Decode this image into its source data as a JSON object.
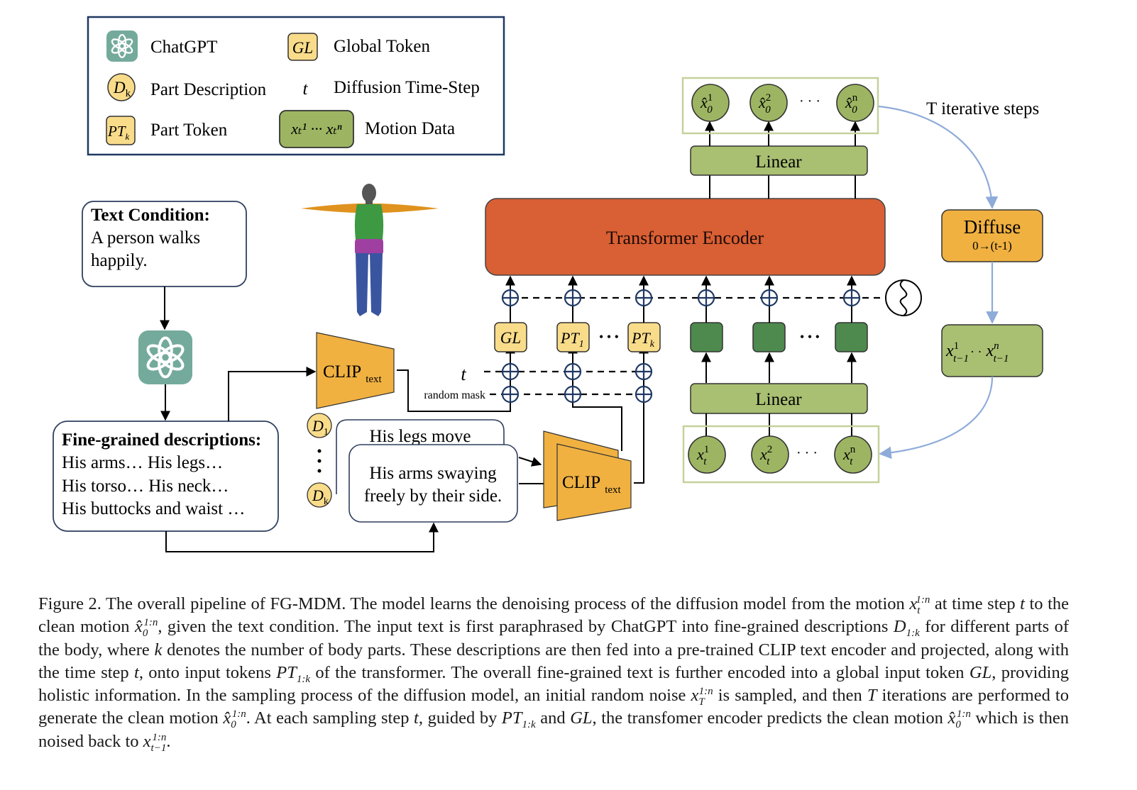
{
  "legend": {
    "items": [
      {
        "symbol": "chatgpt-logo",
        "label": "ChatGPT"
      },
      {
        "symbol": "GL",
        "label": "Global Token"
      },
      {
        "symbol": "D",
        "symbol_sub": "k",
        "label": "Part Description"
      },
      {
        "symbol": "t",
        "label": "Diffusion Time-Step"
      },
      {
        "symbol": "PT",
        "symbol_sub": "k",
        "label": "Part Token"
      },
      {
        "symbol": "x",
        "label": "Motion Data",
        "symbol_text": "xₜ¹ ··· xₜⁿ"
      }
    ]
  },
  "text_condition": {
    "title": "Text Condition:",
    "lines": [
      "A person walks",
      "happily."
    ]
  },
  "fine_grained": {
    "title": "Fine-grained descriptions:",
    "lines": [
      "His arms… His legs…",
      "His torso… His neck…",
      "His buttocks and waist …"
    ]
  },
  "part_desc": {
    "back_card": "His legs move",
    "front_card_lines": [
      "His arms swaying",
      "freely by their side."
    ],
    "d_first": "D",
    "d_first_sub": "1",
    "d_last": "D",
    "d_last_sub": "k"
  },
  "clip": {
    "label": "CLIP",
    "sub": "text"
  },
  "inputs": {
    "t_label": "t",
    "random_mask_label": "random mask"
  },
  "tokens": {
    "gl": "GL",
    "pt1": "PT",
    "pt1_sub": "1",
    "ptk": "PT",
    "ptk_sub": "k",
    "ellipsis": "• • •"
  },
  "transformer": {
    "label": "Transformer Encoder"
  },
  "linear_top": {
    "label": "Linear"
  },
  "linear_bottom": {
    "label": "Linear"
  },
  "outputs": {
    "items": [
      "x̂",
      "x̂",
      "x̂"
    ],
    "sups": [
      "1",
      "2",
      "n"
    ],
    "sub": "0",
    "ellipsis": "· · ·"
  },
  "motion_inputs": {
    "items": [
      "x",
      "x",
      "x"
    ],
    "sups": [
      "1",
      "2",
      "n"
    ],
    "sub": "t",
    "ellipsis": "· · ·"
  },
  "loop": {
    "label": "T iterative steps",
    "diffuse_title": "Diffuse",
    "diffuse_sub": "0→(t-1)",
    "xprev_sub": "t−1",
    "xprev_sup1": "1",
    "xprev_supn": "n"
  },
  "caption": {
    "label": "Figure 2.",
    "text": "The overall pipeline of FG-MDM. The model learns the denoising process of the diffusion model from the motion x_t^{1:n} at time step t to the clean motion x̂_0^{1:n}, given the text condition. The input text is first paraphrased by ChatGPT into fine-grained descriptions D_{1:k} for different parts of the body, where k denotes the number of body parts. These descriptions are then fed into a pre-trained CLIP text encoder and projected, along with the time step t, onto input tokens PT_{1:k} of the transformer. The overall fine-grained text is further encoded into a global input token GL, providing holistic information. In the sampling process of the diffusion model, an initial random noise x_T^{1:n} is sampled, and then T iterations are performed to generate the clean motion x̂_0^{1:n}. At each sampling step t, guided by PT_{1:k} and GL, the transfomer encoder predicts the clean motion x̂_0^{1:n} which is then noised back to x_{t-1}^{1:n}.",
    "parts": [
      "Figure 2. The overall pipeline of FG-MDM. The model learns the denoising process of the diffusion model from the motion ",
      " at time step ",
      " to the clean motion ",
      ", given the text condition. The input text is first paraphrased by ChatGPT into fine-grained descriptions ",
      " for different parts of the body, where ",
      " denotes the number of body parts. These descriptions are then fed into a pre-trained CLIP text encoder and projected, along with the time step ",
      ", onto input tokens ",
      " of the transformer. The overall fine-grained text is further encoded into a global input token ",
      ", providing holistic information. In the sampling process of the diffusion model, an initial random noise ",
      " is sampled, and then ",
      " iterations are performed to generate the clean motion ",
      ". At each sampling step ",
      ", guided by ",
      " and ",
      ", the transfomer encoder predicts the clean motion ",
      " which is then noised back to ",
      "."
    ]
  },
  "colors": {
    "chatgpt": "#74aa9c",
    "token_yellow": "#f9dc8a",
    "clip_orange": "#f0b141",
    "transformer": "#d95f34",
    "linear_green": "#a9bf72",
    "dark_green": "#4e8a4e",
    "motion_green": "#9db562",
    "loop_blue": "#8eabd9",
    "legend_border": "#1f3864",
    "box_border": "#2f3f5f"
  }
}
